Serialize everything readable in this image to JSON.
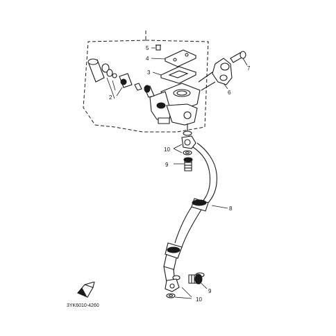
{
  "callouts": {
    "c1": "5",
    "c2": "4",
    "c3": "3",
    "c4": "7",
    "c5": "6",
    "c6": "2",
    "c7": "10",
    "c8": "9",
    "c9": "8",
    "c10": "9",
    "c11": "10"
  },
  "diagram_code": "3YK6010-4260",
  "icons": {
    "front_arrow": "fwd-arrow-icon"
  },
  "colors": {
    "ink": "#1a1a1a",
    "background": "#ffffff"
  }
}
